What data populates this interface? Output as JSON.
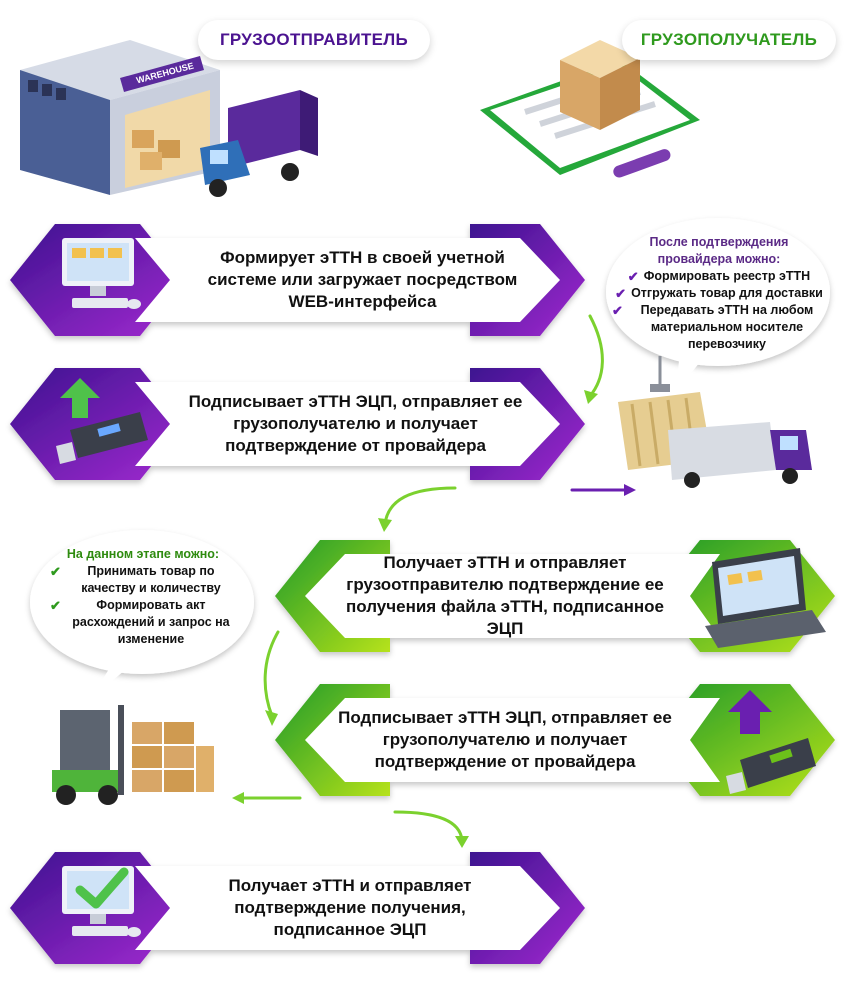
{
  "header": {
    "sender_label": "ГРУЗООТПРАВИТЕЛЬ",
    "receiver_label": "ГРУЗОПОЛУЧАТЕЛЬ",
    "warehouse_sign": "WAREHOUSE"
  },
  "colors": {
    "purple": "#6a1fb0",
    "purple_dark": "#4b1390",
    "green": "#6cc11a",
    "green_dark": "#2f9a1e"
  },
  "steps": [
    {
      "text": "Формирует эТТН в своей учетной системе или загружает посредством WEB-интерфейса",
      "icon": "monitor-icon"
    },
    {
      "text": "Подписывает эТТН ЭЦП, отправляет ее грузополучателю и получает подтверждение от провайдера",
      "icon": "usb-key-upload-icon"
    },
    {
      "text": "Получает эТТН и отправляет грузоотправителю подтверждение ее получения файла эТТН, подписанное ЭЦП",
      "icon": "laptop-icon"
    },
    {
      "text": "Подписывает эТТН ЭЦП, отправляет ее грузополучателю и получает подтверждение от провайдера",
      "icon": "usb-key-upload-icon"
    },
    {
      "text": "Получает эТТН и отправляет подтверждение получения, подписанное ЭЦП",
      "icon": "monitor-check-icon"
    }
  ],
  "bubble_provider": {
    "title": "После подтверждения провайдера можно:",
    "items": [
      "Формировать реестр эТТН",
      "Отгружать товар для доставки",
      "Передавать эТТН на любом материальном носителе перевозчику"
    ]
  },
  "bubble_stage": {
    "title": "На данном этапе можно:",
    "items": [
      "Принимать товар по качеству и количеству",
      "Формировать акт расхождений и запрос на изменение"
    ]
  }
}
